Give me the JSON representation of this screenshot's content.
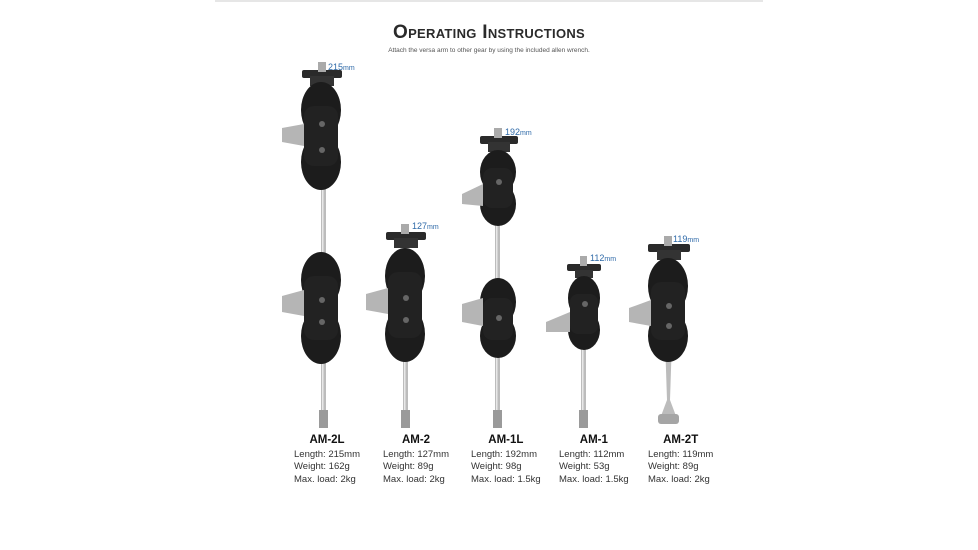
{
  "header": {
    "title": "Operating Instructions",
    "subtitle": "Attach the versa arm to other gear by using the included allen wrench."
  },
  "products": [
    {
      "model": "AM-2L",
      "dim": "215",
      "unit": "mm",
      "length": "Length: 215mm",
      "weight": "Weight: 162g",
      "load": "Max. load: 2kg"
    },
    {
      "model": "AM-2",
      "dim": "127",
      "unit": "mm",
      "length": "Length: 127mm",
      "weight": "Weight: 89g",
      "load": "Max. load: 2kg"
    },
    {
      "model": "AM-1L",
      "dim": "192",
      "unit": "mm",
      "length": "Length: 192mm",
      "weight": "Weight: 98g",
      "load": "Max. load: 1.5kg"
    },
    {
      "model": "AM-1",
      "dim": "112",
      "unit": "mm",
      "length": "Length: 112mm",
      "weight": "Weight: 53g",
      "load": "Max. load: 1.5kg"
    },
    {
      "model": "AM-2T",
      "dim": "119",
      "unit": "mm",
      "length": "Length: 119mm",
      "weight": "Weight: 89g",
      "load": "Max. load: 2kg"
    }
  ],
  "colors": {
    "arm_body": "#1c1c1c",
    "metal": "#b9b9b9",
    "dimension_label": "#2f6aa8"
  }
}
